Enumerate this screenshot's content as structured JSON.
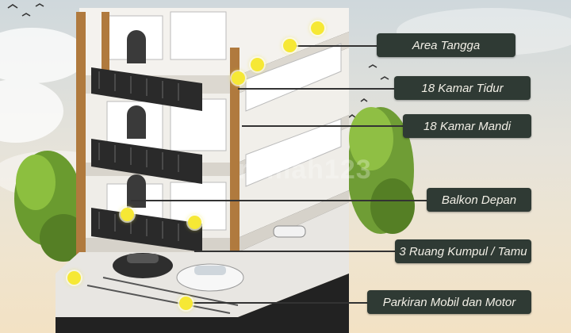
{
  "labels": [
    {
      "id": "tangga",
      "text": "Area Tangga"
    },
    {
      "id": "kamar-tidur",
      "text": "18 Kamar Tidur"
    },
    {
      "id": "kamar-mandi",
      "text": "18 Kamar Mandi"
    },
    {
      "id": "balkon",
      "text": "Balkon Depan"
    },
    {
      "id": "ruang-kumpul",
      "text": "3 Ruang Kumpul / Tamu"
    },
    {
      "id": "parkiran",
      "text": "Parkiran Mobil dan Motor"
    }
  ],
  "colors": {
    "label_bg": "#2f3a34",
    "label_text": "#f2efe6",
    "marker": "#f6e835",
    "wood": "#b07a3e",
    "dark_wall": "#1c1c1c"
  }
}
